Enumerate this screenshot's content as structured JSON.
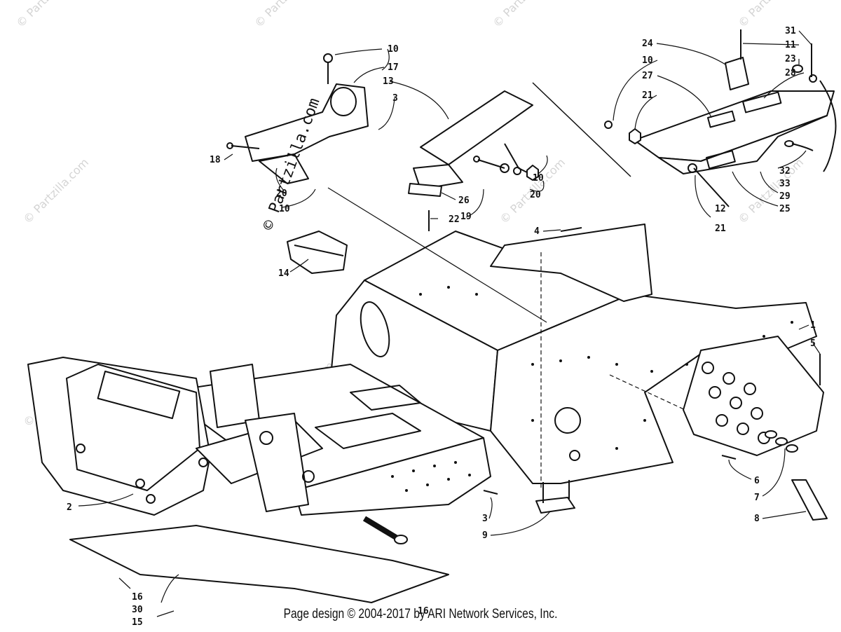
{
  "diagram": {
    "watermark_vertical": "© Partzilla.com",
    "watermark_tile": "© Partzilla.com",
    "footer": "Page design © 2004-2017 by ARI Network Services, Inc.",
    "callouts": [
      {
        "id": "c-10a",
        "label": "10"
      },
      {
        "id": "c-17",
        "label": "17"
      },
      {
        "id": "c-13",
        "label": "13"
      },
      {
        "id": "c-3a",
        "label": "3"
      },
      {
        "id": "c-18",
        "label": "18"
      },
      {
        "id": "c-20a",
        "label": "20"
      },
      {
        "id": "c-10b",
        "label": "10"
      },
      {
        "id": "c-10c",
        "label": "10"
      },
      {
        "id": "c-20b",
        "label": "20"
      },
      {
        "id": "c-26",
        "label": "26"
      },
      {
        "id": "c-19",
        "label": "19"
      },
      {
        "id": "c-22",
        "label": "22"
      },
      {
        "id": "c-4",
        "label": "4"
      },
      {
        "id": "c-14",
        "label": "14"
      },
      {
        "id": "c-24",
        "label": "24"
      },
      {
        "id": "c-10d",
        "label": "10"
      },
      {
        "id": "c-27",
        "label": "27"
      },
      {
        "id": "c-21a",
        "label": "21"
      },
      {
        "id": "c-31",
        "label": "31"
      },
      {
        "id": "c-11",
        "label": "11"
      },
      {
        "id": "c-23",
        "label": "23"
      },
      {
        "id": "c-28",
        "label": "28"
      },
      {
        "id": "c-32",
        "label": "32"
      },
      {
        "id": "c-33",
        "label": "33"
      },
      {
        "id": "c-29",
        "label": "29"
      },
      {
        "id": "c-25",
        "label": "25"
      },
      {
        "id": "c-12",
        "label": "12"
      },
      {
        "id": "c-21b",
        "label": "21"
      },
      {
        "id": "c-1",
        "label": "1"
      },
      {
        "id": "c-5",
        "label": "5"
      },
      {
        "id": "c-6",
        "label": "6"
      },
      {
        "id": "c-7",
        "label": "7"
      },
      {
        "id": "c-8",
        "label": "8"
      },
      {
        "id": "c-2",
        "label": "2"
      },
      {
        "id": "c-3b",
        "label": "3"
      },
      {
        "id": "c-9",
        "label": "9"
      },
      {
        "id": "c-16a",
        "label": "16"
      },
      {
        "id": "c-30",
        "label": "30"
      },
      {
        "id": "c-15",
        "label": "15"
      },
      {
        "id": "c-16b",
        "label": "16"
      }
    ]
  }
}
